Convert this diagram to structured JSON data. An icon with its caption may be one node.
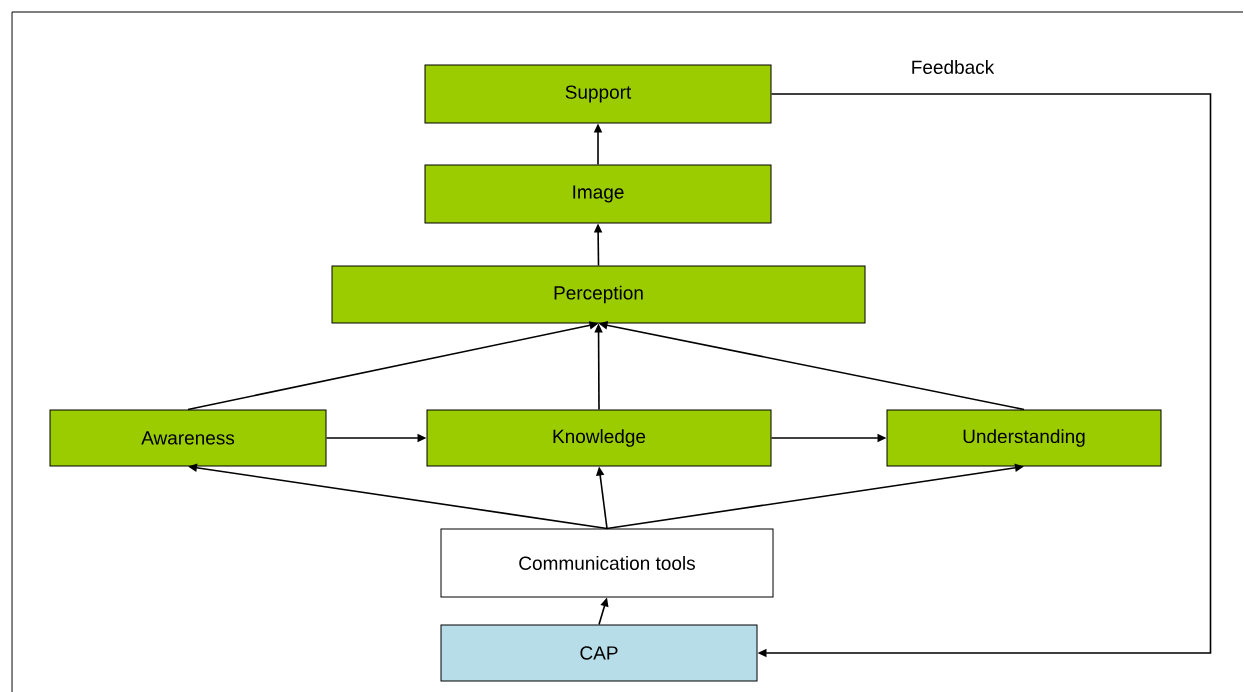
{
  "diagram": {
    "nodes": [
      {
        "text": [
          "Support"
        ]
      },
      {
        "text": [
          "Image"
        ]
      },
      {
        "text": [
          "Perception"
        ]
      },
      {
        "text": [
          "Awareness"
        ]
      },
      {
        "text": [
          "Knowledge"
        ]
      },
      {
        "text": [
          "Understanding"
        ]
      },
      {
        "text": [
          "Communication tools"
        ]
      },
      {
        "text": [
          "CAP"
        ]
      }
    ],
    "edges": [
      {
        "from": 1,
        "to": 0,
        "arrow": "to"
      },
      {
        "from": 2,
        "to": 1,
        "arrow": "to"
      },
      {
        "from": 3,
        "to": 2,
        "arrow": "to"
      },
      {
        "from": 4,
        "to": 2,
        "arrow": "to"
      },
      {
        "from": 5,
        "to": 2,
        "arrow": "to"
      },
      {
        "from": 3,
        "to": 4,
        "arrow": "to"
      },
      {
        "from": 4,
        "to": 5,
        "arrow": "to"
      },
      {
        "from": 6,
        "to": 3,
        "arrow": "to"
      },
      {
        "from": 6,
        "to": 4,
        "arrow": "to"
      },
      {
        "from": 6,
        "to": 5,
        "arrow": "to"
      },
      {
        "from": 7,
        "to": 6,
        "arrow": "to"
      },
      {
        "from": 0,
        "to": 7,
        "arrow": "to",
        "label": "Feedback"
      }
    ]
  }
}
